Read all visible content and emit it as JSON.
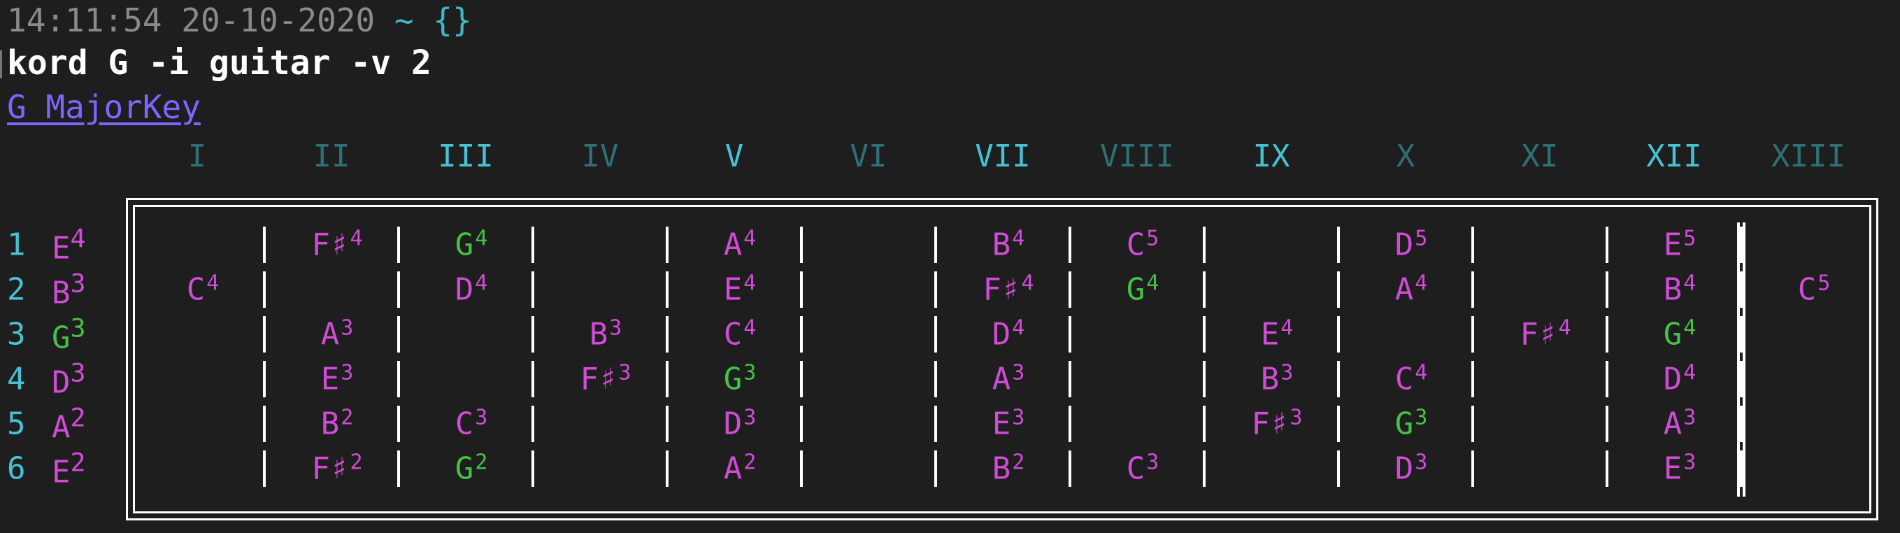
{
  "terminal": {
    "timestamp": "14:11:54 20-10-2020",
    "prompt_symbols": "~ {}",
    "command": "kord G -i guitar -v 2",
    "link_text": "G MajorKey"
  },
  "colors": {
    "background": "#1e1e1e",
    "note_default": "#d04bd6",
    "note_chord_tone": "#45c245",
    "string_number": "#46c2d3",
    "numeral_marked": "#46c2d3",
    "numeral_plain": "#2f6f78",
    "link": "#7f64ff"
  },
  "fretboard": {
    "fret_numerals": [
      {
        "label": "I",
        "marked": false
      },
      {
        "label": "II",
        "marked": false
      },
      {
        "label": "III",
        "marked": true
      },
      {
        "label": "IV",
        "marked": false
      },
      {
        "label": "V",
        "marked": true
      },
      {
        "label": "VI",
        "marked": false
      },
      {
        "label": "VII",
        "marked": true
      },
      {
        "label": "VIII",
        "marked": false
      },
      {
        "label": "IX",
        "marked": true
      },
      {
        "label": "X",
        "marked": false
      },
      {
        "label": "XI",
        "marked": false
      },
      {
        "label": "XII",
        "marked": true
      },
      {
        "label": "XIII",
        "marked": false
      }
    ],
    "strings": [
      {
        "number": "1",
        "open": {
          "name": "E",
          "octave": "4",
          "color": "magenta"
        },
        "notes": [
          {
            "fret": 2,
            "name": "F♯",
            "octave": "4",
            "color": "magenta"
          },
          {
            "fret": 3,
            "name": "G",
            "octave": "4",
            "color": "green"
          },
          {
            "fret": 5,
            "name": "A",
            "octave": "4",
            "color": "magenta"
          },
          {
            "fret": 7,
            "name": "B",
            "octave": "4",
            "color": "magenta"
          },
          {
            "fret": 8,
            "name": "C",
            "octave": "5",
            "color": "magenta"
          },
          {
            "fret": 10,
            "name": "D",
            "octave": "5",
            "color": "magenta"
          },
          {
            "fret": 12,
            "name": "E",
            "octave": "5",
            "color": "magenta"
          }
        ]
      },
      {
        "number": "2",
        "open": {
          "name": "B",
          "octave": "3",
          "color": "magenta"
        },
        "notes": [
          {
            "fret": 1,
            "name": "C",
            "octave": "4",
            "color": "magenta"
          },
          {
            "fret": 3,
            "name": "D",
            "octave": "4",
            "color": "magenta"
          },
          {
            "fret": 5,
            "name": "E",
            "octave": "4",
            "color": "magenta"
          },
          {
            "fret": 7,
            "name": "F♯",
            "octave": "4",
            "color": "magenta"
          },
          {
            "fret": 8,
            "name": "G",
            "octave": "4",
            "color": "green"
          },
          {
            "fret": 10,
            "name": "A",
            "octave": "4",
            "color": "magenta"
          },
          {
            "fret": 12,
            "name": "B",
            "octave": "4",
            "color": "magenta"
          },
          {
            "fret": 13,
            "name": "C",
            "octave": "5",
            "color": "magenta"
          }
        ]
      },
      {
        "number": "3",
        "open": {
          "name": "G",
          "octave": "3",
          "color": "green"
        },
        "notes": [
          {
            "fret": 2,
            "name": "A",
            "octave": "3",
            "color": "magenta"
          },
          {
            "fret": 4,
            "name": "B",
            "octave": "3",
            "color": "magenta"
          },
          {
            "fret": 5,
            "name": "C",
            "octave": "4",
            "color": "magenta"
          },
          {
            "fret": 7,
            "name": "D",
            "octave": "4",
            "color": "magenta"
          },
          {
            "fret": 9,
            "name": "E",
            "octave": "4",
            "color": "magenta"
          },
          {
            "fret": 11,
            "name": "F♯",
            "octave": "4",
            "color": "magenta"
          },
          {
            "fret": 12,
            "name": "G",
            "octave": "4",
            "color": "green"
          }
        ]
      },
      {
        "number": "4",
        "open": {
          "name": "D",
          "octave": "3",
          "color": "magenta"
        },
        "notes": [
          {
            "fret": 2,
            "name": "E",
            "octave": "3",
            "color": "magenta"
          },
          {
            "fret": 4,
            "name": "F♯",
            "octave": "3",
            "color": "magenta"
          },
          {
            "fret": 5,
            "name": "G",
            "octave": "3",
            "color": "green"
          },
          {
            "fret": 7,
            "name": "A",
            "octave": "3",
            "color": "magenta"
          },
          {
            "fret": 9,
            "name": "B",
            "octave": "3",
            "color": "magenta"
          },
          {
            "fret": 10,
            "name": "C",
            "octave": "4",
            "color": "magenta"
          },
          {
            "fret": 12,
            "name": "D",
            "octave": "4",
            "color": "magenta"
          }
        ]
      },
      {
        "number": "5",
        "open": {
          "name": "A",
          "octave": "2",
          "color": "magenta"
        },
        "notes": [
          {
            "fret": 2,
            "name": "B",
            "octave": "2",
            "color": "magenta"
          },
          {
            "fret": 3,
            "name": "C",
            "octave": "3",
            "color": "magenta"
          },
          {
            "fret": 5,
            "name": "D",
            "octave": "3",
            "color": "magenta"
          },
          {
            "fret": 7,
            "name": "E",
            "octave": "3",
            "color": "magenta"
          },
          {
            "fret": 9,
            "name": "F♯",
            "octave": "3",
            "color": "magenta"
          },
          {
            "fret": 10,
            "name": "G",
            "octave": "3",
            "color": "green"
          },
          {
            "fret": 12,
            "name": "A",
            "octave": "3",
            "color": "magenta"
          }
        ]
      },
      {
        "number": "6",
        "open": {
          "name": "E",
          "octave": "2",
          "color": "magenta"
        },
        "notes": [
          {
            "fret": 2,
            "name": "F♯",
            "octave": "2",
            "color": "magenta"
          },
          {
            "fret": 3,
            "name": "G",
            "octave": "2",
            "color": "green"
          },
          {
            "fret": 5,
            "name": "A",
            "octave": "2",
            "color": "magenta"
          },
          {
            "fret": 7,
            "name": "B",
            "octave": "2",
            "color": "magenta"
          },
          {
            "fret": 8,
            "name": "C",
            "octave": "3",
            "color": "magenta"
          },
          {
            "fret": 10,
            "name": "D",
            "octave": "3",
            "color": "magenta"
          },
          {
            "fret": 12,
            "name": "E",
            "octave": "3",
            "color": "magenta"
          }
        ]
      }
    ]
  }
}
